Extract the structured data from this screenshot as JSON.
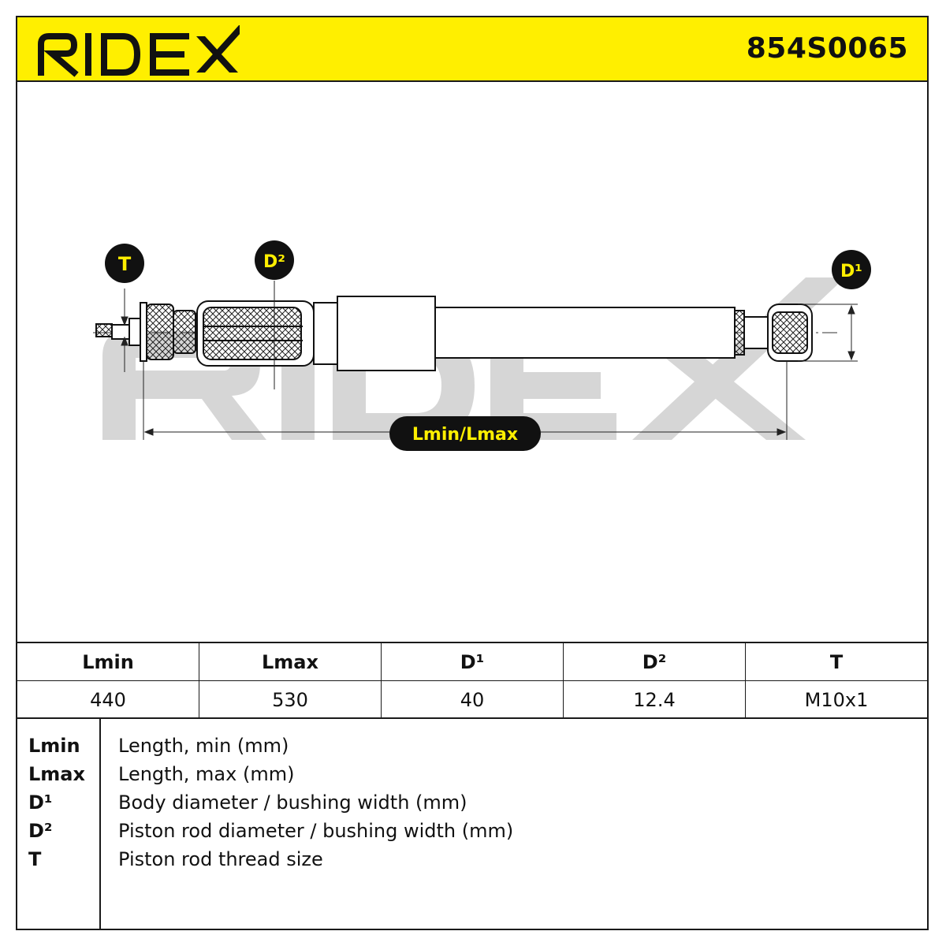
{
  "brand": {
    "name": "RIDEX",
    "accent_color": "#ffef00"
  },
  "part_number": "854S0065",
  "drawing": {
    "labels": {
      "thread": "T",
      "rod_diameter": "D²",
      "body_diameter": "D¹",
      "length": "Lmin/Lmax"
    }
  },
  "table": {
    "headers": [
      "Lmin",
      "Lmax",
      "D¹",
      "D²",
      "T"
    ],
    "values": [
      "440",
      "530",
      "40",
      "12.4",
      "M10x1"
    ]
  },
  "legend": [
    {
      "key": "Lmin",
      "desc": "Length, min (mm)"
    },
    {
      "key": "Lmax",
      "desc": "Length, max (mm)"
    },
    {
      "key": "D¹",
      "desc": "Body diameter / bushing width (mm)"
    },
    {
      "key": "D²",
      "desc": "Piston rod diameter / bushing width (mm)"
    },
    {
      "key": "T",
      "desc": "Piston rod thread size"
    }
  ]
}
